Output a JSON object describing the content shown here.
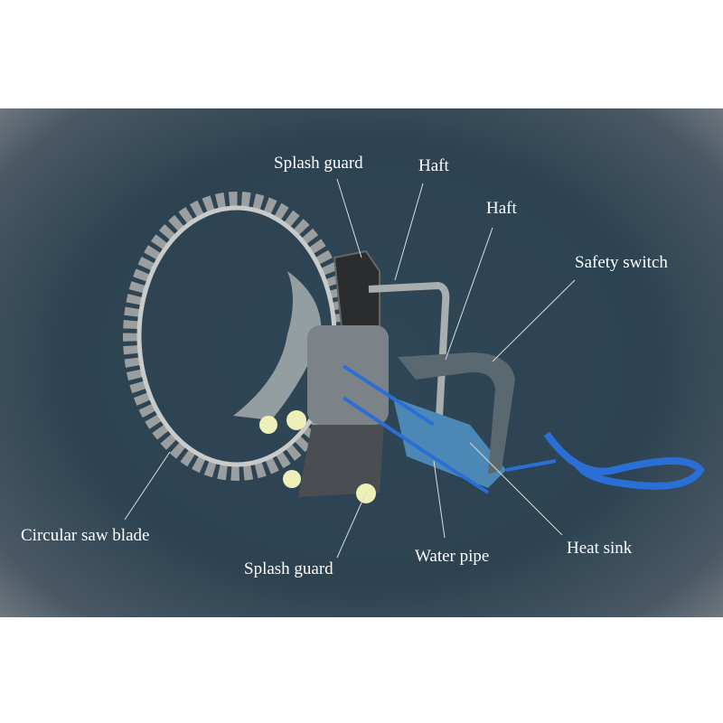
{
  "labels": {
    "splash_guard_top": "Splash guard",
    "haft_upper": "Haft",
    "haft_lower": "Haft",
    "safety_switch": "Safety switch",
    "circular_saw_blade": "Circular saw blade",
    "splash_guard_bottom": "Splash guard",
    "water_pipe": "Water pipe",
    "heat_sink": "Heat sink"
  },
  "colors": {
    "background": "#2d4352",
    "label_text": "#ffffff",
    "hose": "#2a6fd6",
    "body": "#5a6870"
  }
}
